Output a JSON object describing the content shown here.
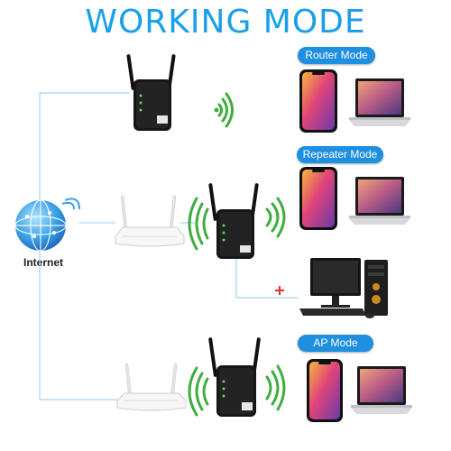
{
  "title": "WORKING MODE",
  "internet_label": "Internet",
  "modes": [
    {
      "label": "Router Mode"
    },
    {
      "label": "Repeater Mode"
    },
    {
      "label": "AP Mode"
    }
  ],
  "plus_sign": "+",
  "colors": {
    "title": "#1aa0e8",
    "pill": "#1f8fe0",
    "connector": "#8ec8ee",
    "wifi": "#3fae3f",
    "plus": "#e53030",
    "device": "#111111"
  },
  "icons": [
    "globe-icon",
    "extender-icon",
    "router-icon",
    "wifi-icon",
    "phone-icon",
    "laptop-icon",
    "desktop-pc-icon"
  ]
}
